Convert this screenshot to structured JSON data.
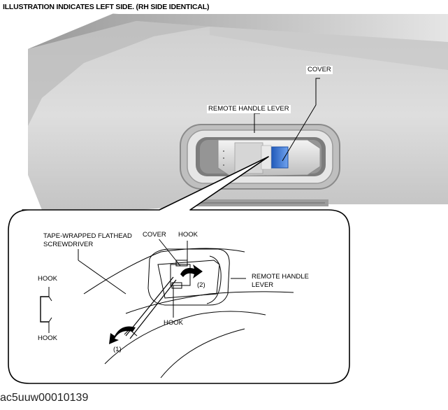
{
  "header": {
    "text": "ILLUSTRATION INDICATES LEFT SIDE. (RH SIDE IDENTICAL)"
  },
  "callouts": {
    "cover_top": "COVER",
    "remote_handle_lever_top": "REMOTE HANDLE LEVER",
    "tape_wrapped_line1": "TAPE-WRAPPED FLATHEAD",
    "tape_wrapped_line2": "SCREWDRIVER",
    "cover_detail": "COVER",
    "hook_top": "HOOK",
    "hook_left_top": "HOOK",
    "hook_left_bottom": "HOOK",
    "hook_bottom": "HOOK",
    "remote_handle_detail_line1": "REMOTE HANDLE",
    "remote_handle_detail_line2": "LEVER",
    "step_1": "(1)",
    "step_2": "(2)"
  },
  "footer": {
    "code": "ac5uuw00010139"
  },
  "colors": {
    "cover_highlight": "#2f6fd0",
    "panel": "#d9d9d9",
    "panel_dark": "#a8a8a8"
  }
}
